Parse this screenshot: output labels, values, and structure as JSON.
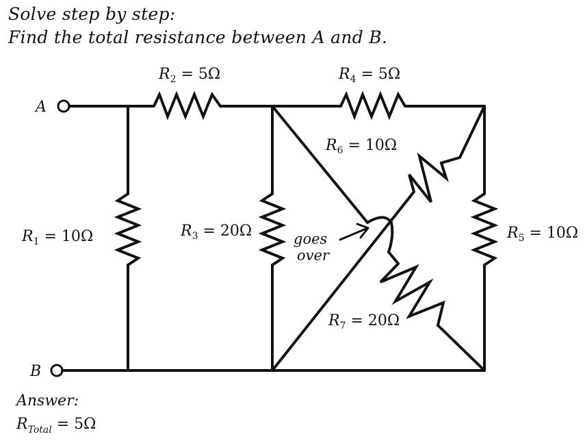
{
  "header": {
    "line1": "Solve step by step:",
    "line2": "Find the total resistance between A and B."
  },
  "terminals": {
    "a": "A",
    "b": "B"
  },
  "resistors": [
    {
      "id": "R1",
      "letter": "R",
      "sub": "1",
      "value": " = 10Ω"
    },
    {
      "id": "R2",
      "letter": "R",
      "sub": "2",
      "value": " = 5Ω"
    },
    {
      "id": "R3",
      "letter": "R",
      "sub": "3",
      "value": " = 20Ω"
    },
    {
      "id": "R4",
      "letter": "R",
      "sub": "4",
      "value": " = 5Ω"
    },
    {
      "id": "R5",
      "letter": "R",
      "sub": "5",
      "value": " = 10Ω"
    },
    {
      "id": "R6",
      "letter": "R",
      "sub": "6",
      "value": " = 10Ω"
    },
    {
      "id": "R7",
      "letter": "R",
      "sub": "7",
      "value": " = 20Ω"
    }
  ],
  "annotation": {
    "line1": "goes",
    "line2": "over"
  },
  "answer": {
    "label": "Answer:",
    "letter": "R",
    "sub": "Total",
    "value": " = 5Ω"
  }
}
